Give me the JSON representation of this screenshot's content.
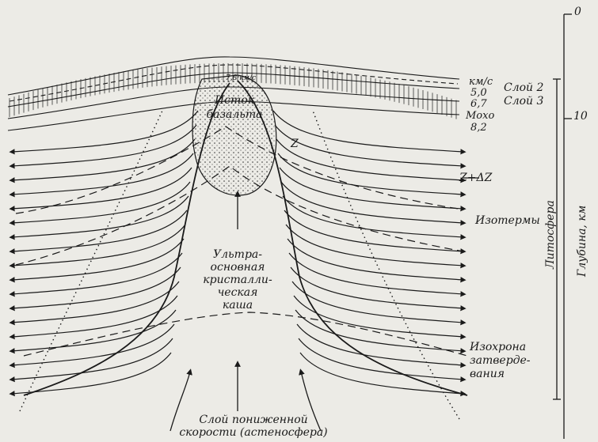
{
  "scale_header": {
    "units": "км/с",
    "v1": "5,0",
    "v2": "6,7",
    "moho": "Мохо",
    "v3": "8,2",
    "layer2": "Слой 2",
    "layer3": "Слой 3",
    "top_small": "7,8 км/с"
  },
  "depth_axis": {
    "tick0": "0",
    "tick10": "10",
    "title": "Глубина, км"
  },
  "labels": {
    "basalt_source_1": "Исток",
    "basalt_source_2": "базальта",
    "z": "Z",
    "z_dz": "Z+ΔZ",
    "isotherms": "Изотермы",
    "lithosphere": "Литосфера",
    "mush_1": "Ультра-",
    "mush_2": "основная",
    "mush_3": "кристалли-",
    "mush_4": "ческая",
    "mush_5": "каша",
    "isochron_1": "Изохрона",
    "isochron_2": "затверде-",
    "isochron_3": "вания",
    "lvz_1": "Слой пониженной",
    "lvz_2": "скорости (астеносфера)"
  },
  "colors": {
    "ink": "#1a1a1a",
    "paper": "#ecebe6"
  }
}
